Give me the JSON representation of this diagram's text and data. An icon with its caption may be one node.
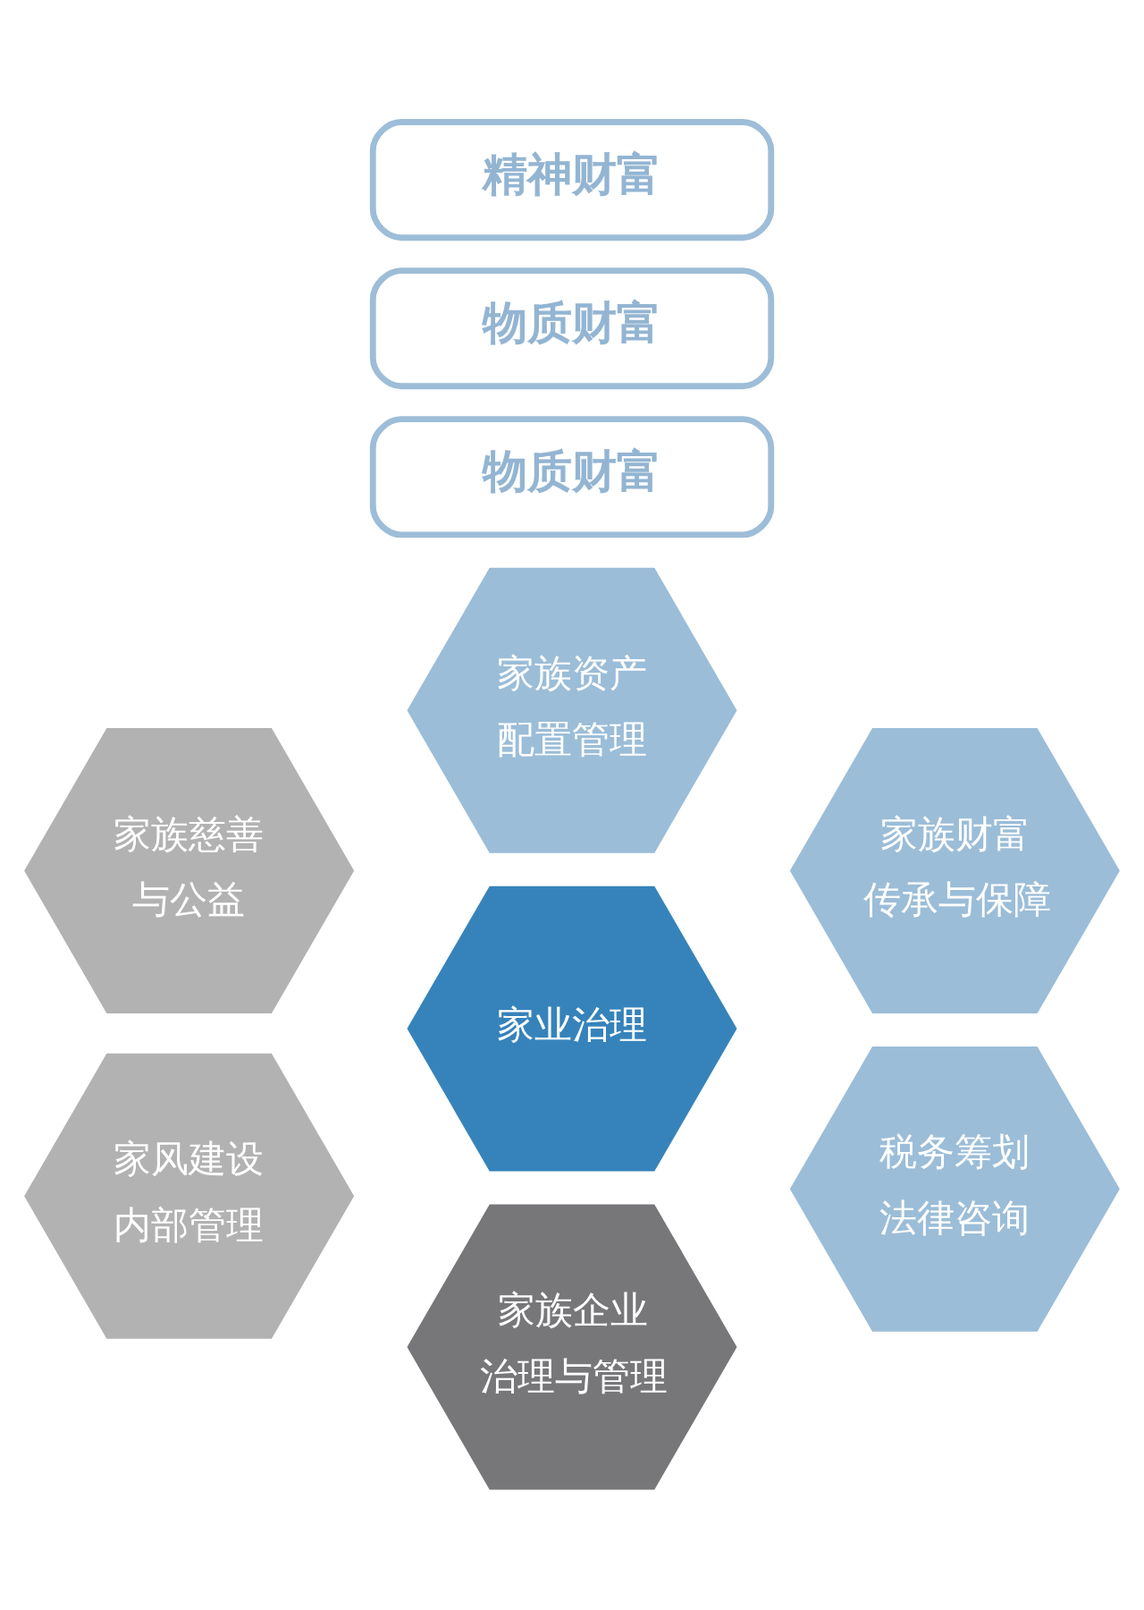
{
  "diagram": {
    "nodes": [
      {
        "text": [
          "精神财富"
        ]
      },
      {
        "text": [
          "物质财富"
        ]
      },
      {
        "text": [
          "物质财富"
        ]
      },
      {
        "text": [
          "家族资产配置管理"
        ]
      },
      {
        "text": [
          "家族慈善与公益"
        ]
      },
      {
        "text": [
          "家族财富传承与保障"
        ]
      },
      {
        "text": [
          "家业治理"
        ]
      },
      {
        "text": [
          "家风建设内部管理"
        ]
      },
      {
        "text": [
          "税务筹划法律咨询"
        ]
      },
      {
        "text": [
          "家族企业治理与管理"
        ]
      }
    ]
  }
}
